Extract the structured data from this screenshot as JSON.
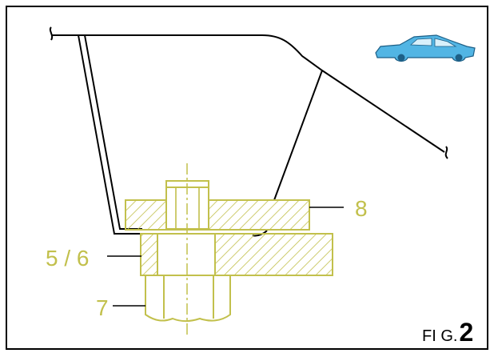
{
  "callouts": {
    "bracket": "8",
    "washer": "5 / 6",
    "nut": "7"
  },
  "figure": {
    "prefix": "FI G.",
    "number": "2"
  },
  "icons": {
    "thumbnail": "car-side-icon"
  },
  "colors": {
    "part": "#c2c04c",
    "line": "#000000",
    "car": "#52b5e4",
    "background": "#ffffff"
  }
}
